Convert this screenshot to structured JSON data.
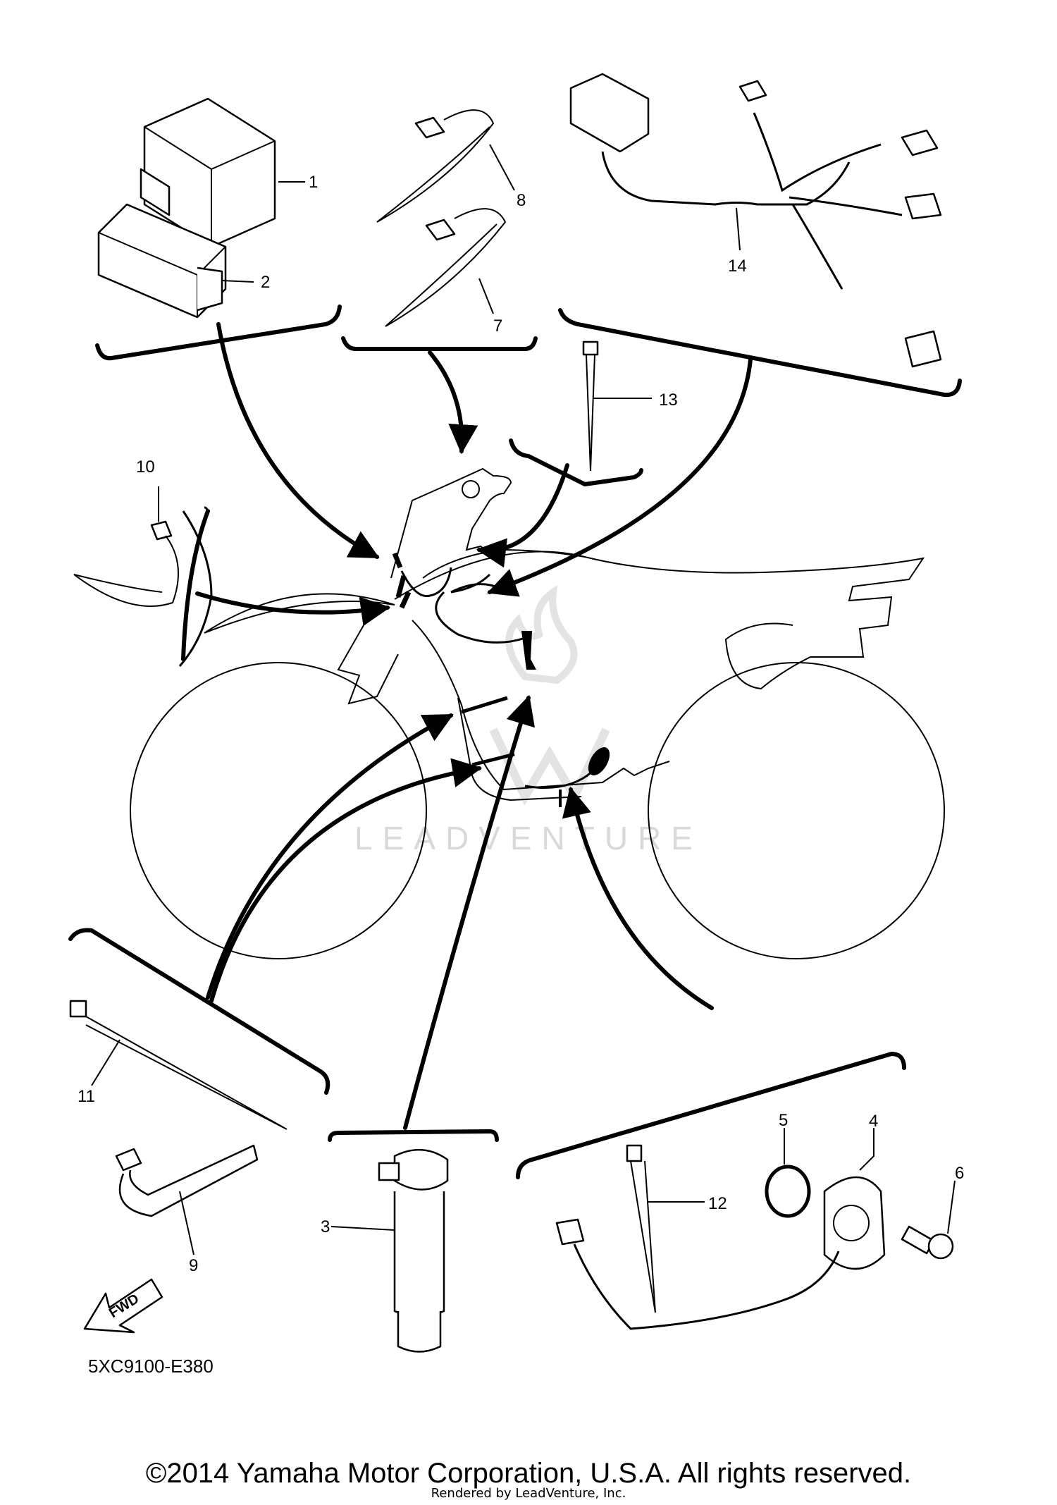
{
  "diagram_code": "5XC9100-E380",
  "watermark": "LEADVENTURE",
  "direction_label": "FWD",
  "copyright": "©2014 Yamaha Motor Corporation, U.S.A. All rights reserved.",
  "rendered_by": "Rendered by LeadVenture, Inc.",
  "parts": [
    {
      "number": "1",
      "icon": "cdi-unit-icon"
    },
    {
      "number": "2",
      "icon": "relay-icon"
    },
    {
      "number": "3",
      "icon": "ignition-coil-icon"
    },
    {
      "number": "4",
      "icon": "pickup-sensor-icon"
    },
    {
      "number": "5",
      "icon": "o-ring-icon"
    },
    {
      "number": "6",
      "icon": "bolt-icon"
    },
    {
      "number": "7",
      "icon": "connector-clamp-icon"
    },
    {
      "number": "8",
      "icon": "connector-clamp-icon"
    },
    {
      "number": "9",
      "icon": "band-clamp-icon"
    },
    {
      "number": "10",
      "icon": "band-clamp-icon"
    },
    {
      "number": "11",
      "icon": "cable-tie-icon"
    },
    {
      "number": "12",
      "icon": "cable-tie-icon"
    },
    {
      "number": "13",
      "icon": "cable-tie-icon"
    },
    {
      "number": "14",
      "icon": "wire-harness-icon"
    }
  ]
}
